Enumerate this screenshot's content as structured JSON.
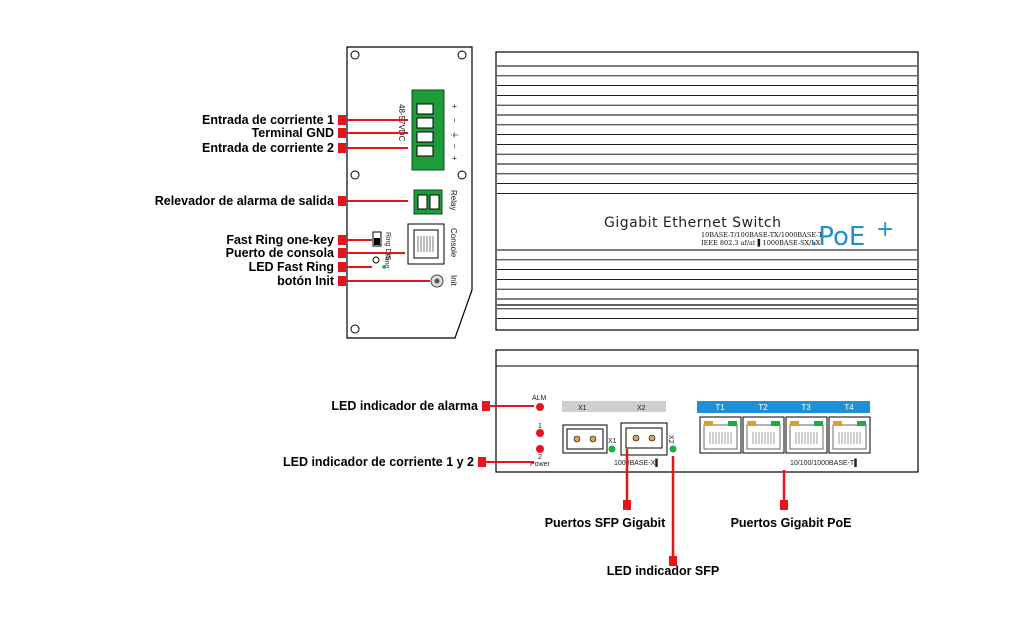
{
  "side_panel": {
    "dc_label": "48-57VDC",
    "relay_label": "Relay",
    "console_label": "Console",
    "init_label": "Init",
    "ring_label": "Ring",
    "ring_switch_label": "Ring\nD/S",
    "terminal_symbols": [
      "+",
      "−",
      "⏚",
      "−",
      "+"
    ]
  },
  "front_top": {
    "title": "Gigabit Ethernet Switch",
    "line1": "10BASE-T/100BASE-TX/1000BASE-T",
    "line2": "IEEE 802.3 af/at ▌1000BASE-SX/LX",
    "brand": ".PoE",
    "brand_sup": "+"
  },
  "front_bottom": {
    "alm": "ALM",
    "led1": "1",
    "led2": "2",
    "power": "Power",
    "x1": "X1",
    "x2": "X2",
    "x1_small": "X1",
    "x2_small": "X2",
    "sfp_caption": "1000BASE-X▌",
    "ports": [
      "T1",
      "T2",
      "T3",
      "T4"
    ],
    "rj_caption": "10/100/1000BASE-T▌"
  },
  "callouts": {
    "power1": "Entrada de corriente 1",
    "gnd": "Terminal GND",
    "power2": "Entrada de corriente 2",
    "relay": "Relevador de alarma de salida",
    "fastring_key": "Fast Ring one-key",
    "console": "Puerto de consola",
    "fastring_led": "LED Fast Ring",
    "init": "botón Init",
    "alarm_led": "LED indicador de alarma",
    "power_led": "LED indicador de corriente 1 y 2",
    "sfp_ports": "Puertos SFP Gigabit",
    "sfp_led": "LED indicador SFP",
    "poe_ports": "Puertos Gigabit PoE"
  },
  "colors": {
    "callout": "#e8141c",
    "led_red": "#e8141c",
    "led_green": "#1cae3c",
    "terminal_green": "#1f9c3a",
    "port_band": "#1e90d8",
    "brand": "#1f8fd0"
  }
}
